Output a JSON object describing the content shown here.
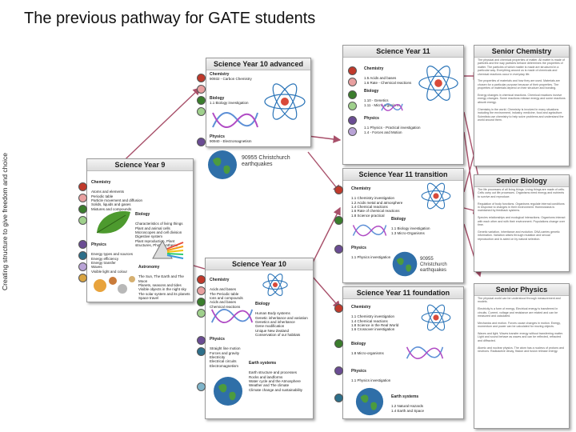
{
  "title": "The previous pathway for GATE students",
  "side_label": "Creating structure to give freedom and choice",
  "colors": {
    "chemistry": "#c0392b",
    "biology": "#3a7d2c",
    "physics": "#6a4c93",
    "earth": "#2d6f8a",
    "astro": "#d9a441",
    "arrow": "#a8506a"
  },
  "y10a": {
    "title": "Science Year 10 advanced",
    "chem_head": "Chemistry",
    "chem_body": "90932 - Carbon Chemistry",
    "bio_head": "Biology",
    "bio_body": "1.1 Biology investigation",
    "phys_head": "Physics",
    "phys_body": "90940 - Electromagnetism",
    "quake": "90955 Christchurch earthquakes"
  },
  "y9": {
    "title": "Science Year 9",
    "chem_head": "Chemistry",
    "chem_body": "Atoms and elements\nPeriodic table\nParticle movement and diffusion\nSolids, liquids and gases\nMixtures and compounds",
    "bio_head": "Biology",
    "bio_body": "Characteristics of living things\nPlant and animal cells\nMicroscopes and cell division\nDigestive system\nPlant reproduction, Plant structures, Photosynthesis",
    "phys_head": "Physics",
    "phys_body": "Energy types and sources\nEnergy efficiency\nEnergy transfer\nWaves\nVisible light and colour",
    "astro_head": "Astronomy",
    "astro_body": "The Sun, The Earth and The Moon\nPlanets, seasons and tides\nVisible objects in the night sky\nThe solar system and its planets\nSpace travel"
  },
  "y10": {
    "title": "Science Year 10",
    "chem_head": "Chemistry",
    "chem_body": "Acids and bases\nThe Periodic table\nIons and compounds\nAcids and bases\nChemical reactions",
    "bio_head": "Biology",
    "bio_body": "Human Body systems\nGenetic inheritance and variation\nGenetics and inheritance\nGene modification\nUnique New Zealand\nConservation of our habitats",
    "phys_head": "Physics",
    "phys_body": "Straight line motion\nForces and gravity\nElectricity\nElectrical circuits\nElectromagnetism",
    "earth_head": "Earth systems",
    "earth_body": "Earth structure and processes\nRocks and landforms\nWater cycle and the Atmosphere\nWeather and The climate\nClimate change and sustainability"
  },
  "y11": {
    "title": "Science Year 11",
    "chem_head": "Chemistry",
    "chem_body": "1.5 Acids and bases\n1.6 Rate - Chemical reactions",
    "bio_head": "Biology",
    "bio_body": "1.10 - Genetics\n1.11 - Micro organisms",
    "phys_head": "Physics",
    "phys_body": "1.1 Physics - Practical investigation\n1.4 - Forces and Motion"
  },
  "y11t": {
    "title": "Science Year 11 transition",
    "chem_head": "Chemistry",
    "chem_body": "1.1 Chemistry investigation\n1.2 Acids metal and atmosphere\n1.4 Chemical reactions\n1.6 Rate of chemical reactions\n1.8 Science practical",
    "bio_head": "Biology",
    "bio_body": "1.1 Biology investigation\n1.3 Micro-Organisms",
    "phys_head": "Physics",
    "phys_body": "1.1 Physics investigation",
    "quake": "90955 Christchurch earthquakes"
  },
  "y11f": {
    "title": "Science Year 11 foundation",
    "chem_head": "Chemistry",
    "chem_body": "1.1 Chemistry investigation\n1.4 Chemical reactions\n1.8 Science in the Real World\n1.6 Crossover investigation",
    "bio_head": "Biology",
    "bio_body": "1.8 Micro-organisms",
    "phys_head": "Physics",
    "phys_body": "1.1 Physics investigation",
    "earth_head": "Earth systems",
    "earth_body": "1.2 Natural Hazards\n1.4 Earth and Space"
  },
  "senior_chem": {
    "title": "Senior Chemistry",
    "body": "The physical and chemical properties of matter. All matter is made of particles and the way particles behave determines the properties of matter. The particles of which matter is made are structured in a particular way. Everything around us is made of chemicals and chemical reactions occur in everyday life.\n\nThe properties of materials and how they are used. Materials are chosen for a particular purpose because of their properties. The properties of materials depend on their structure and bonding.\n\nEnergy changes in chemical reactions. Chemical reactions involve energy changes. Some reactions release energy and some reactions absorb energy.\n\nChemistry in the world. Chemistry is involved in many situations including the environment, industry, medicine, food and agriculture. Scientists use chemistry to help solve problems and understand the world around them."
  },
  "senior_bio": {
    "title": "Senior Biology",
    "body": "The life processes of all living things. Living things are made of cells. Cells carry out life processes. Organisms need energy and nutrients to survive and reproduce.\n\nRegulation of body functions. Organisms regulate internal conditions in response to changes in their environment. Homeostasis is maintained by feedback systems.\n\nSpecies relationships and ecological interactions. Organisms interact with each other and with their environment. Populations change over time.\n\nGenetic variation, inheritance and evolution. DNA carries genetic information. Variation arises through mutation and sexual reproduction and is acted on by natural selection."
  },
  "senior_phys": {
    "title": "Senior Physics",
    "body": "The physical world can be understood through measurement and models.\n\nElectricity is a form of energy. Electrical energy is transferred in circuits. Current, voltage and resistance are related and can be measured and calculated.\n\nMechanics and motion. Forces cause changes in motion. Energy, momentum and power can be calculated for moving objects.\n\nWaves and light. Waves transfer energy without transferring matter. Light and sound behave as waves and can be reflected, refracted and diffracted.\n\nAtomic and nuclear physics. The atom has a nucleus of protons and neutrons. Radioactive decay, fission and fusion release energy."
  }
}
